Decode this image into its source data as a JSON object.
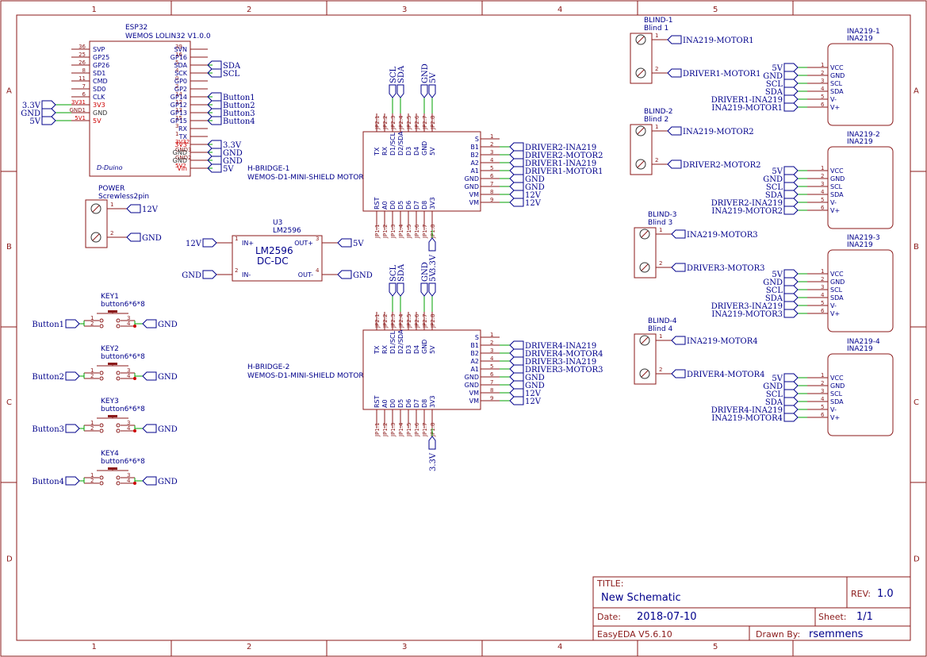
{
  "frame": {
    "cols": [
      "1",
      "2",
      "3",
      "4",
      "5"
    ],
    "rows": [
      "A",
      "B",
      "C",
      "D"
    ]
  },
  "title_block": {
    "title_label": "TITLE:",
    "title": "New Schematic",
    "rev_label": "REV:",
    "rev": "1.0",
    "date_label": "Date:",
    "date": "2018-07-10",
    "sheet_label": "Sheet:",
    "sheet": "1/1",
    "tool": "EasyEDA V5.6.10",
    "drawn_label": "Drawn By:",
    "drawn": "rsemmens"
  },
  "esp32": {
    "ref": "ESP32",
    "name": "WEMOS LOLIN32 V1.0.0",
    "brand": "D-Duino",
    "left_pins": [
      {
        "num": "36",
        "name": "SVP"
      },
      {
        "num": "25",
        "name": "GP25"
      },
      {
        "num": "26",
        "name": "GP26"
      },
      {
        "num": "8",
        "name": "SD1"
      },
      {
        "num": "11",
        "name": "CMD"
      },
      {
        "num": "7",
        "name": "SD0"
      },
      {
        "num": "6",
        "name": "CLK"
      },
      {
        "num": "3V31",
        "name": "3V3"
      },
      {
        "num": "GND1",
        "name": "GND"
      },
      {
        "num": "5V1",
        "name": "5V"
      }
    ],
    "right_pins": [
      {
        "num": "39",
        "name": "SVN"
      },
      {
        "num": "16",
        "name": "GP16"
      },
      {
        "num": "5",
        "name": "SDA"
      },
      {
        "num": "4",
        "name": "SCK"
      },
      {
        "num": "0",
        "name": "GP0"
      },
      {
        "num": "2",
        "name": "GP2"
      },
      {
        "num": "14",
        "name": "GP14"
      },
      {
        "num": "12",
        "name": "GP12"
      },
      {
        "num": "13",
        "name": "GP13"
      },
      {
        "num": "15",
        "name": "GP15"
      },
      {
        "num": "3",
        "name": "RX"
      },
      {
        "num": "1",
        "name": "TX"
      },
      {
        "num": "3V32",
        "name": "3V3"
      },
      {
        "num": "GND3",
        "name": "GND"
      },
      {
        "num": "GND2",
        "name": "GND"
      },
      {
        "num": "5V2",
        "name": "Vin"
      }
    ],
    "left_nets": [
      "3.3V",
      "GND",
      "5V"
    ],
    "right_nets": [
      "SDA",
      "SCL",
      "Button1",
      "Button2",
      "Button3",
      "Button4",
      "3.3V",
      "GND",
      "GND",
      "5V"
    ]
  },
  "power": {
    "ref": "POWER",
    "name": "Screwless2pin",
    "nets": [
      "12V",
      "GND"
    ],
    "pins": [
      "1",
      "2"
    ]
  },
  "reg": {
    "ref": "U3",
    "name": "LM2596",
    "title": "LM2596",
    "sub": "DC-DC",
    "pins": [
      {
        "num": "1",
        "name": "IN+",
        "net": "12V"
      },
      {
        "num": "2",
        "name": "IN-",
        "net": "GND"
      },
      {
        "num": "3",
        "name": "OUT+",
        "net": "5V"
      },
      {
        "num": "4",
        "name": "OUT-",
        "net": "GND"
      }
    ]
  },
  "keys": [
    {
      "ref": "KEY1",
      "name": "button6*6*8",
      "net": "Button1",
      "gnd": "GND"
    },
    {
      "ref": "KEY2",
      "name": "button6*6*8",
      "net": "Button2",
      "gnd": "GND"
    },
    {
      "ref": "KEY3",
      "name": "button6*6*8",
      "net": "Button3",
      "gnd": "GND"
    },
    {
      "ref": "KEY4",
      "name": "button6*6*8",
      "net": "Button4",
      "gnd": "GND"
    }
  ],
  "hbridges": [
    {
      "ref": "H-BRIDGE-1",
      "name": "WEMOS-D1-MINI-SHIELD MOTOR",
      "top_nets": [
        "SCL",
        "SDA",
        "GND",
        "5V"
      ],
      "bottom_net": "3.3V",
      "right_nets": [
        "DRIVER2-INA219",
        "DRIVER2-MOTOR2",
        "DRIVER1-INA219",
        "DRIVER1-MOTOR1",
        "GND",
        "GND",
        "12V",
        "12V"
      ]
    },
    {
      "ref": "H-BRIDGE-2",
      "name": "WEMOS-D1-MINI-SHIELD MOTOR",
      "top_nets": [
        "SCL",
        "SDA",
        "GND",
        "5V"
      ],
      "bottom_net": "3.3V",
      "right_nets": [
        "DRIVER4-INA219",
        "DRIVER4-MOTOR4",
        "DRIVER3-INA219",
        "DRIVER3-MOTOR3",
        "GND",
        "GND",
        "12V",
        "12V"
      ]
    }
  ],
  "hb_top_pins": [
    {
      "num": "JP2.1",
      "name": "TX"
    },
    {
      "num": "JP2.2",
      "name": "RX"
    },
    {
      "num": "JP2.3",
      "name": "D1/SCL"
    },
    {
      "num": "JP2.4",
      "name": "D2/SDA"
    },
    {
      "num": "JP2.5",
      "name": "D3"
    },
    {
      "num": "JP2.6",
      "name": "D4"
    },
    {
      "num": "JP2.7",
      "name": "GND"
    },
    {
      "num": "JP2.8",
      "name": "5V"
    }
  ],
  "hb_bottom_pins": [
    {
      "num": "JP1.1",
      "name": "RST"
    },
    {
      "num": "JP1.2",
      "name": "A0"
    },
    {
      "num": "JP1.3",
      "name": "D0"
    },
    {
      "num": "JP1.4",
      "name": "D5"
    },
    {
      "num": "JP1.5",
      "name": "D6"
    },
    {
      "num": "JP1.6",
      "name": "D7"
    },
    {
      "num": "JP1.7",
      "name": "D8"
    },
    {
      "num": "JP1.8",
      "name": "3V3"
    }
  ],
  "hb_right_pins": [
    {
      "num": "1",
      "name": "S"
    },
    {
      "num": "2",
      "name": "B1"
    },
    {
      "num": "3",
      "name": "B2"
    },
    {
      "num": "4",
      "name": "A2"
    },
    {
      "num": "5",
      "name": "A1"
    },
    {
      "num": "6",
      "name": "GND"
    },
    {
      "num": "7",
      "name": "GND"
    },
    {
      "num": "8",
      "name": "VM"
    },
    {
      "num": "9",
      "name": "VM"
    }
  ],
  "blinds": [
    {
      "ref": "BLIND-1",
      "name": "Blind 1",
      "nets": [
        "INA219-MOTOR1",
        "DRIVER1-MOTOR1"
      ]
    },
    {
      "ref": "BLIND-2",
      "name": "Blind 2",
      "nets": [
        "INA219-MOTOR2",
        "DRIVER2-MOTOR2"
      ]
    },
    {
      "ref": "BLIND-3",
      "name": "Blind 3",
      "nets": [
        "INA219-MOTOR3",
        "DRIVER3-MOTOR3"
      ]
    },
    {
      "ref": "BLIND-4",
      "name": "Blind 4",
      "nets": [
        "INA219-MOTOR4",
        "DRIVER4-MOTOR4"
      ]
    }
  ],
  "ina_pins": [
    "VCC",
    "GND",
    "SCL",
    "SDA",
    "V-",
    "V+"
  ],
  "inas": [
    {
      "ref": "INA219-1",
      "name": "INA219",
      "nets": [
        "5V",
        "GND",
        "SCL",
        "SDA",
        "DRIVER1-INA219",
        "INA219-MOTOR1"
      ]
    },
    {
      "ref": "INA219-2",
      "name": "INA219",
      "nets": [
        "5V",
        "GND",
        "SCL",
        "SDA",
        "DRIVER2-INA219",
        "INA219-MOTOR2"
      ]
    },
    {
      "ref": "INA219-3",
      "name": "INA219",
      "nets": [
        "5V",
        "GND",
        "SCL",
        "SDA",
        "DRIVER3-INA219",
        "INA219-MOTOR3"
      ]
    },
    {
      "ref": "INA219-4",
      "name": "INA219",
      "nets": [
        "5V",
        "GND",
        "SCL",
        "SDA",
        "DRIVER4-INA219",
        "INA219-MOTOR4"
      ]
    }
  ]
}
